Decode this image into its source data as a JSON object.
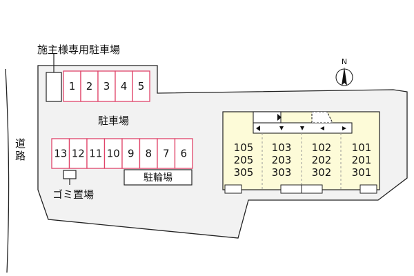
{
  "labels": {
    "owner_parking": "施主様専用駐車場",
    "parking": "駐車場",
    "road": "道路",
    "garbage": "ゴミ置場",
    "bicycle": "駐輪場",
    "north": "N"
  },
  "parking_top": [
    "1",
    "2",
    "3",
    "4",
    "5"
  ],
  "parking_bottom": [
    "13",
    "12",
    "11",
    "10",
    "9",
    "8",
    "7",
    "6"
  ],
  "building_columns": [
    [
      "105",
      "205",
      "305"
    ],
    [
      "103",
      "203",
      "303"
    ],
    [
      "102",
      "202",
      "302"
    ],
    [
      "101",
      "201",
      "301"
    ]
  ],
  "colors": {
    "site_fill": "#f2f2f2",
    "building_fill": "#fdfbd8",
    "parking_stroke": "#e0446a",
    "outline": "#222222"
  }
}
